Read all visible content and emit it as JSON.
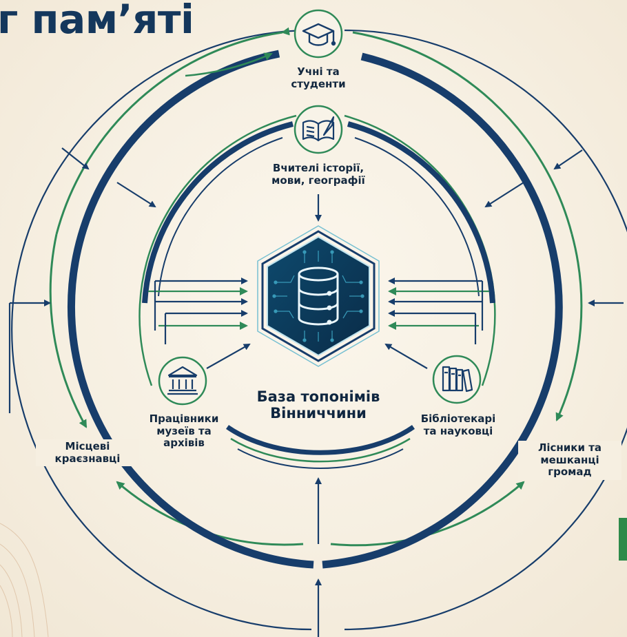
{
  "title": "г пам’яті",
  "center": {
    "label": "База топонімів\nВінниччини",
    "icon": "database-icon"
  },
  "nodes": {
    "students": {
      "label": "Учні та\nстуденти",
      "icon": "graduation-cap-icon"
    },
    "teachers": {
      "label": "Вчителі історії,\nмови, географії",
      "icon": "book-quill-icon"
    },
    "museums": {
      "label": "Працівники\nмузеїв та\nархівів",
      "icon": "museum-icon"
    },
    "librarians": {
      "label": "Бібліотекарі\nта науковці",
      "icon": "books-icon"
    },
    "local_historians": {
      "label": "Місцеві\nкраєзнавці"
    },
    "foresters": {
      "label": "Лісники та\nмешканці\nгромад"
    }
  },
  "colors": {
    "navy": "#173d6b",
    "green": "#2f8a58",
    "background": "#f6efe1",
    "hex_core": "#0c3a5c",
    "circuit": "#3fa9c7"
  }
}
